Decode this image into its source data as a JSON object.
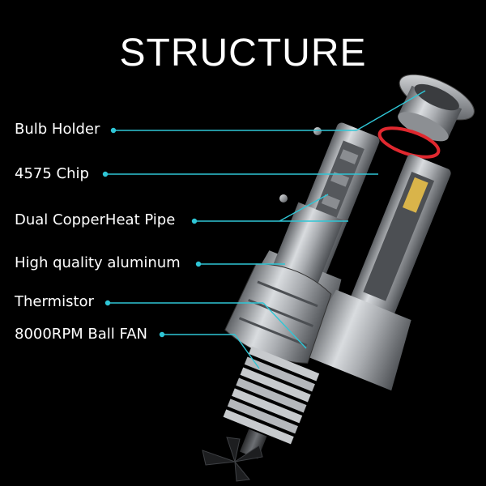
{
  "title": "STRUCTURE",
  "labels": [
    {
      "id": "bulb-holder",
      "text": "Bulb Holder"
    },
    {
      "id": "chip",
      "text": "4575 Chip"
    },
    {
      "id": "heat-pipe",
      "text": "Dual CopperHeat Pipe"
    },
    {
      "id": "aluminum",
      "text": "High quality aluminum"
    },
    {
      "id": "thermistor",
      "text": "Thermistor"
    },
    {
      "id": "fan",
      "text": "8000RPM Ball FAN"
    }
  ],
  "colors": {
    "background": "#000000",
    "callout": "#2fc6d6",
    "seal_ring": "#e0282f",
    "metal": "#b9bcc0"
  }
}
